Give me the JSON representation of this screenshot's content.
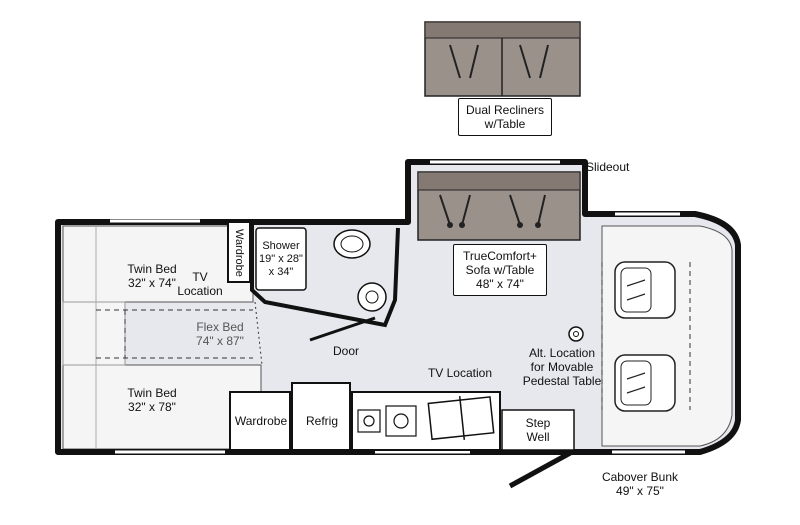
{
  "labels": {
    "dual_recliners": "Dual Recliners\nw/Table",
    "slideout": "Slideout",
    "twin_bed_top": "Twin Bed\n32\" x 74\"",
    "tv_location_left": "TV\nLocation",
    "wardrobe_vertical": "Wardrobe",
    "shower": "Shower\n19\" x 28\"\nx 34\"",
    "sofa": "TrueComfort+\nSofa w/Table\n48\" x 74\"",
    "flex_bed": "Flex Bed\n74\" x 87\"",
    "door": "Door",
    "alt_location": "Alt. Location\nfor Movable\nPedestal Table",
    "twin_bed_bottom": "Twin Bed\n32\" x 78\"",
    "tv_location_galley": "TV Location",
    "wardrobe_bottom": "Wardrobe",
    "refrig": "Refrig",
    "step_well": "Step\nWell",
    "cabover_bunk": "Cabover Bunk\n49\" x 75\""
  },
  "colors": {
    "wall": "#111111",
    "floor": "#e6e8ee",
    "sofa": "#9b918b",
    "sofa_dark": "#857a73",
    "bed": "#f4f4f4"
  }
}
